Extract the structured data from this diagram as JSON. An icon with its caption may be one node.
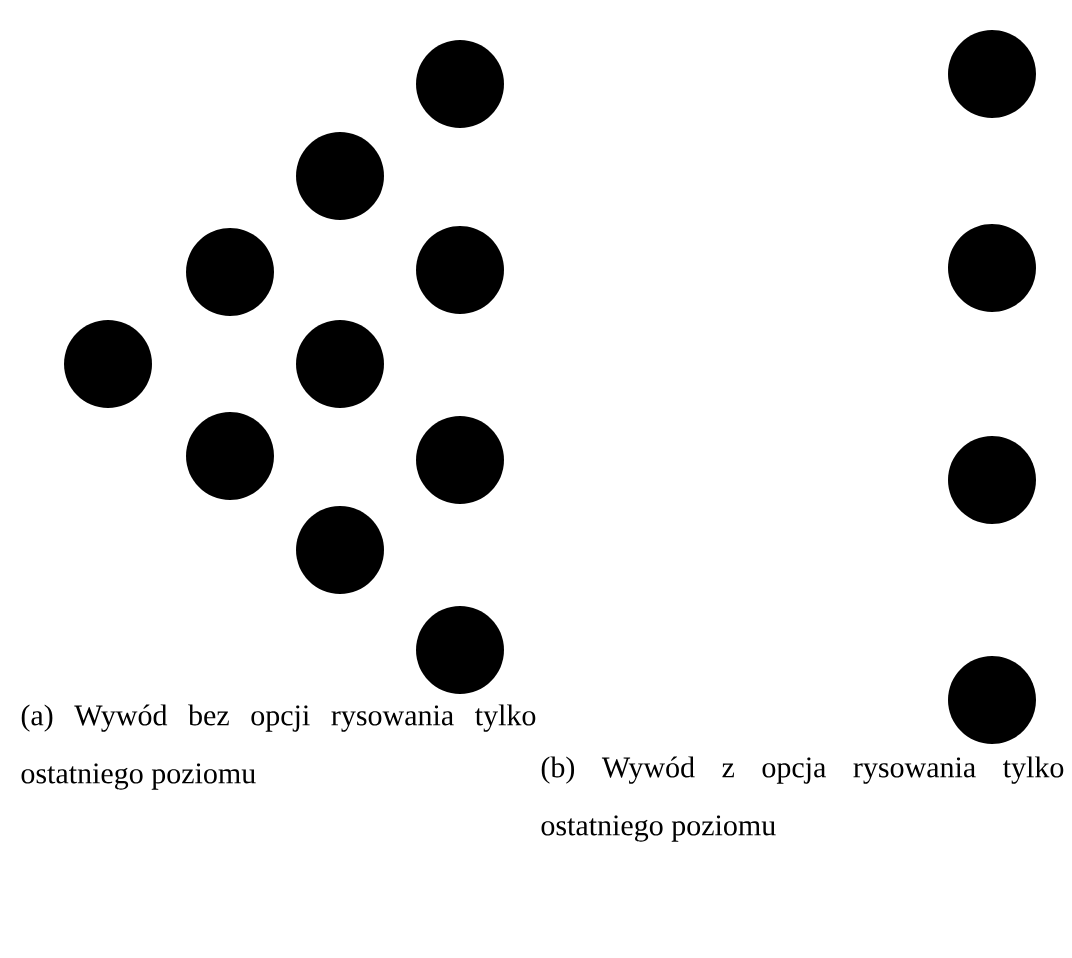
{
  "diagram": {
    "nodes": [
      {
        "text": [],
        "shape": "circle"
      },
      {
        "text": [],
        "shape": "circle"
      },
      {
        "text": [],
        "shape": "circle"
      },
      {
        "text": [],
        "shape": "circle"
      },
      {
        "text": [],
        "shape": "circle"
      },
      {
        "text": [],
        "shape": "circle"
      },
      {
        "text": [],
        "shape": "circle"
      },
      {
        "text": [],
        "shape": "circle"
      },
      {
        "text": [],
        "shape": "circle"
      },
      {
        "text": [],
        "shape": "circle"
      },
      {
        "text": [],
        "shape": "circle"
      },
      {
        "text": [],
        "shape": "circle"
      },
      {
        "text": [],
        "shape": "circle"
      },
      {
        "text": [],
        "shape": "circle"
      }
    ],
    "labels": [
      "(a) Wywód bez opcji rysowania tylko ostatniego poziomu",
      "(b) Wywód z opcja rysowania tylko ostatniego poziomu"
    ]
  }
}
